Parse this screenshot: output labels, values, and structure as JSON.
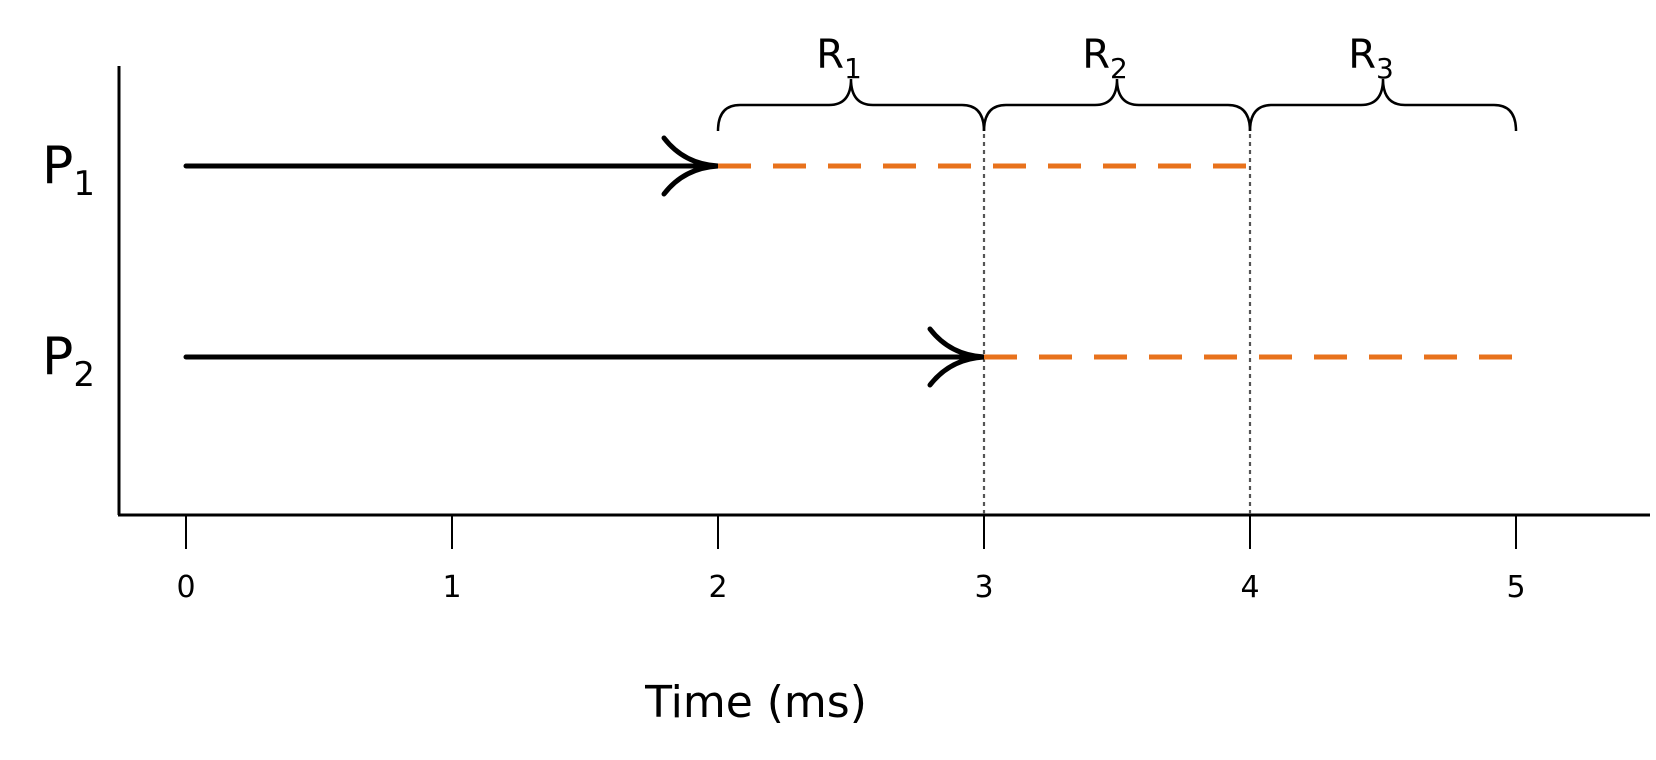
{
  "x_axis": {
    "label": "Time (ms)",
    "ticks": [
      {
        "value": 0,
        "label": "0"
      },
      {
        "value": 1,
        "label": "1"
      },
      {
        "value": 2,
        "label": "2"
      },
      {
        "value": 3,
        "label": "3"
      },
      {
        "value": 4,
        "label": "4"
      },
      {
        "value": 5,
        "label": "5"
      }
    ]
  },
  "processes": [
    {
      "name": "P",
      "sub": "1",
      "arrive": 2,
      "wait_end": 4
    },
    {
      "name": "P",
      "sub": "2",
      "arrive": 3,
      "wait_end": 5
    }
  ],
  "rounds": [
    {
      "name": "R",
      "sub": "1",
      "start": 2,
      "end": 3
    },
    {
      "name": "R",
      "sub": "2",
      "start": 3,
      "end": 4
    },
    {
      "name": "R",
      "sub": "3",
      "start": 4,
      "end": 5
    }
  ],
  "round_boundaries": [
    3,
    4
  ],
  "colors": {
    "line": "#000000",
    "wait": "#E8721C",
    "boundary": "#555555"
  }
}
